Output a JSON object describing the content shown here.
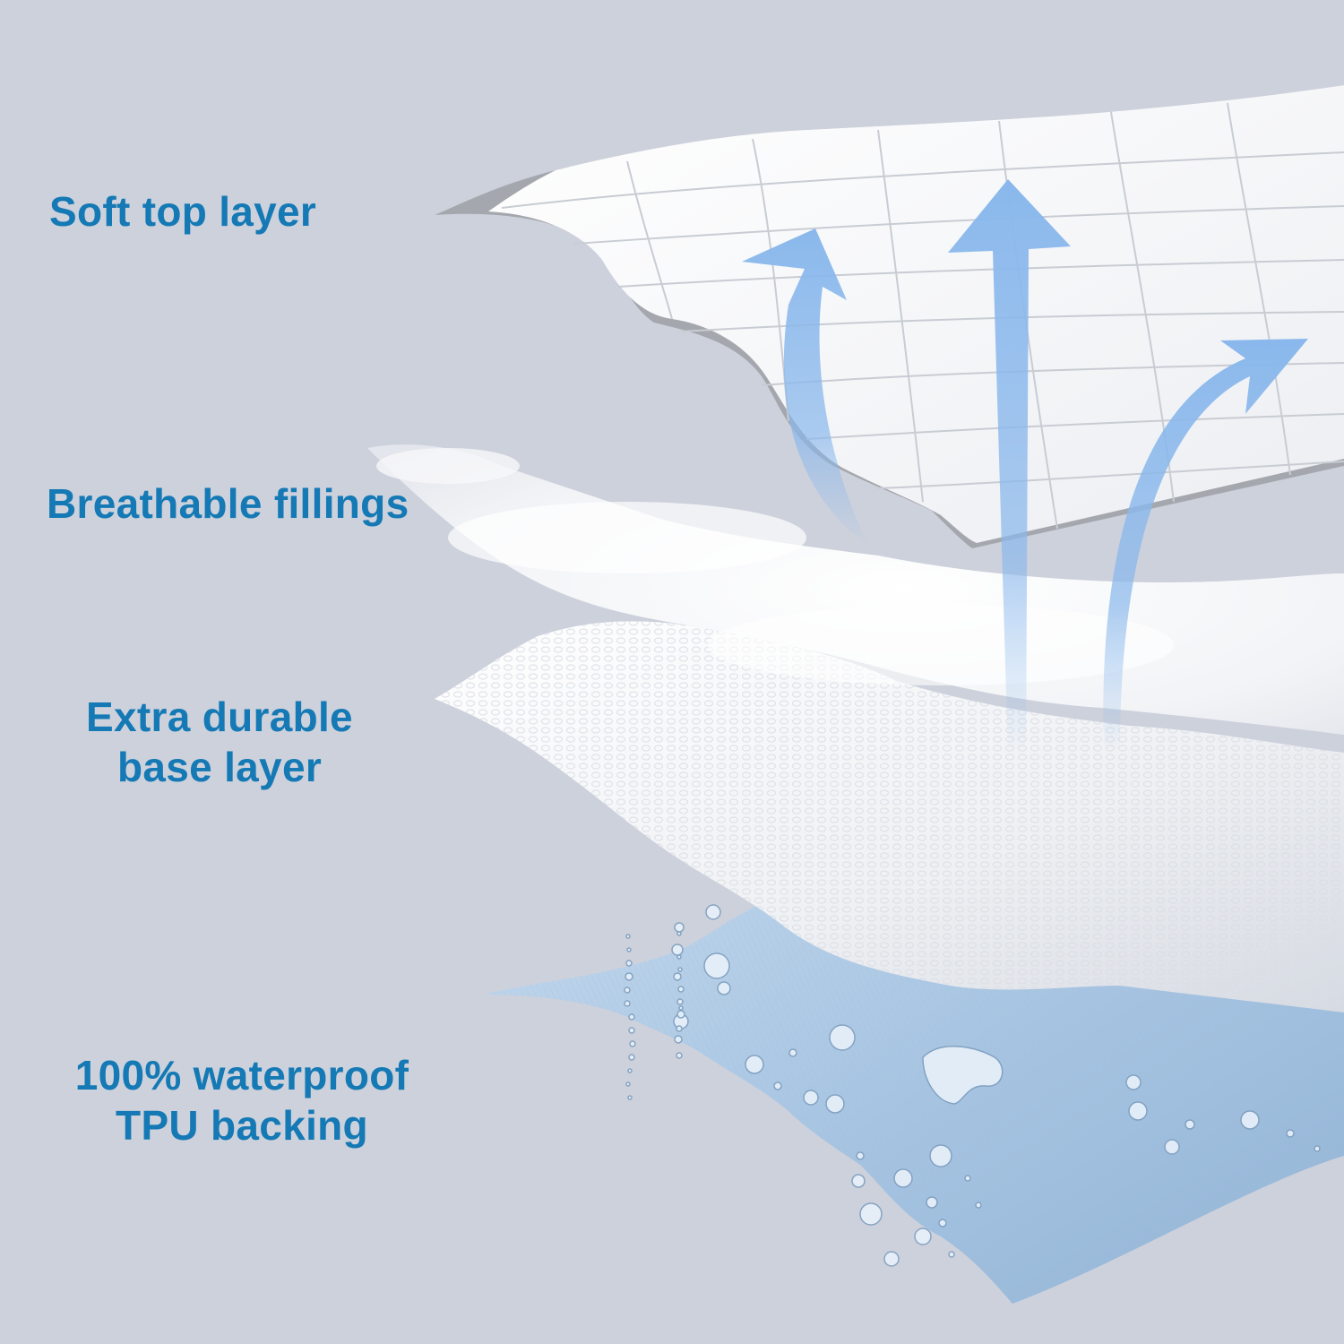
{
  "background_color": "#cdd1dc",
  "label_color": "#1479b4",
  "arrow_color": "#8ab8ec",
  "layers": [
    {
      "id": "top",
      "lines": [
        "Soft top layer"
      ],
      "visual": "quilted-white-fabric"
    },
    {
      "id": "filling",
      "lines": [
        "Breathable fillings"
      ],
      "visual": "fluffy-white-fiber"
    },
    {
      "id": "base",
      "lines": [
        "Extra durable",
        "base layer"
      ],
      "visual": "textured-white-mesh"
    },
    {
      "id": "tpu",
      "lines": [
        "100% waterproof",
        "TPU backing"
      ],
      "visual": "blue-film-with-water-droplets"
    }
  ],
  "arrows": [
    {
      "id": "left",
      "direction": "up-right-curve"
    },
    {
      "id": "center",
      "direction": "straight-up"
    },
    {
      "id": "right",
      "direction": "up-right-curve"
    }
  ]
}
